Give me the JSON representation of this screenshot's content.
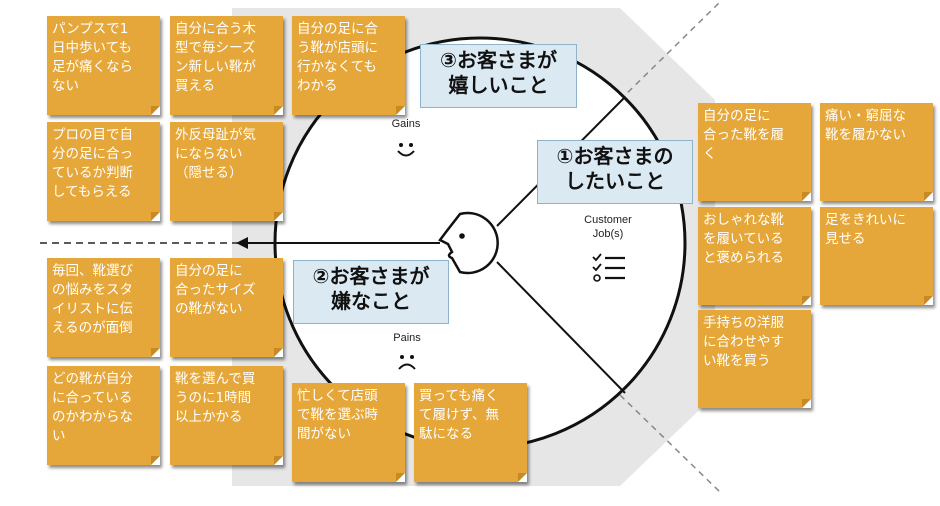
{
  "segments": {
    "gains": {
      "label": "Gains",
      "callout": "③お客さまが\n嬉しいこと",
      "icon": "smile-icon"
    },
    "jobs": {
      "label": "Customer\nJob(s)",
      "callout": "①お客さまの\nしたいこと",
      "icon": "checklist-icon"
    },
    "pains": {
      "label": "Pains",
      "callout": "②お客さまが\n嫌なこと",
      "icon": "frown-icon"
    }
  },
  "gain_notes": [
    "パンプスで1\n日中歩いても\n足が痛くなら\nない",
    "自分に合う木\n型で毎シーズ\nン新しい靴が\n買える",
    "自分の足に合\nう靴が店頭に\n行かなくても\nわかる",
    "プロの目で自\n分の足に合っ\nているか判断\nしてもらえる",
    "外反母趾が気\nにならない\n（隠せる）"
  ],
  "pain_notes": [
    "毎回、靴選び\nの悩みをスタ\nイリストに伝\nえるのが面倒",
    "自分の足に\n合ったサイズ\nの靴がない",
    "どの靴が自分\nに合っている\nのかわからな\nい",
    "靴を選んで買\nうのに1時間\n以上かかる",
    "忙しくて店頭\nで靴を選ぶ時\n間がない",
    "買っても痛く\nて履けず、無\n駄になる"
  ],
  "job_notes": [
    "自分の足に\n合った靴を履\nく",
    "痛い・窮屈な\n靴を履かない",
    "おしゃれな靴\nを履いている\nと褒められる",
    "足をきれいに\n見せる",
    "手持ちの洋服\nに合わせやす\nい靴を買う"
  ],
  "colors": {
    "sticky": "#e6a73a",
    "callout_bg": "#dbe9f2",
    "panel_bg": "#e6e6e6"
  }
}
